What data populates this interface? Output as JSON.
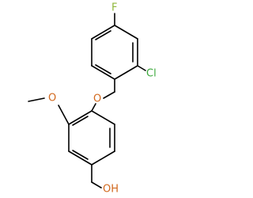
{
  "colors": {
    "carbon_bond": "#000000",
    "fluorine": "#8fb73a",
    "chlorine": "#3aa83a",
    "oxygen": "#d2691e",
    "background": "#ffffff"
  },
  "atoms": {
    "fluorine": "F",
    "chlorine": "Cl",
    "ether_oxygen": "O",
    "methoxy_oxygen": "O",
    "hydroxyl": "OH"
  }
}
